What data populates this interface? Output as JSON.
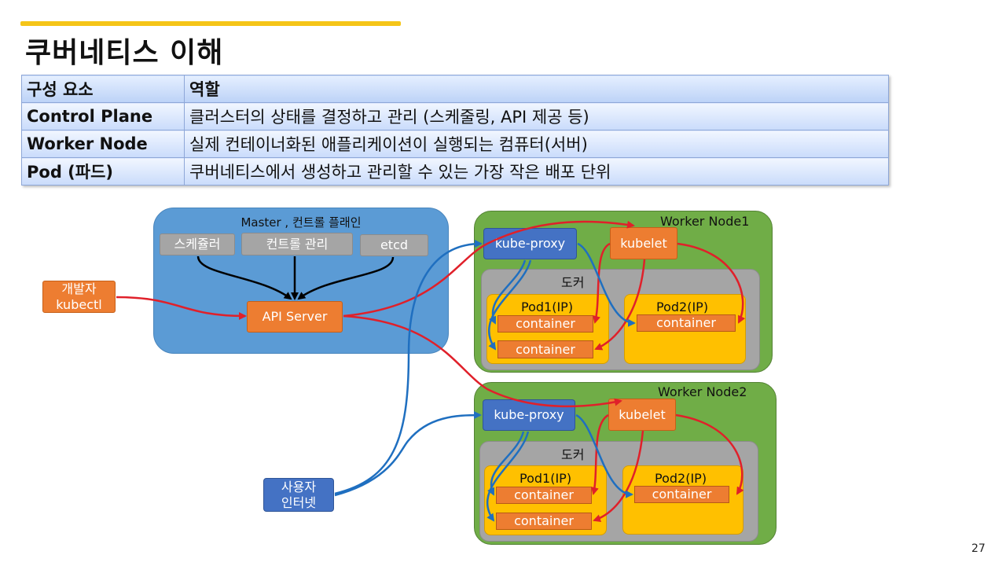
{
  "slide": {
    "title": "쿠버네티스 이해",
    "page_number": "27"
  },
  "table": {
    "header": [
      "구성 요소",
      "역할"
    ],
    "rows": [
      [
        "Control Plane",
        "클러스터의 상태를 결정하고 관리 (스케줄링, API 제공 등)"
      ],
      [
        "Worker Node",
        "실제 컨테이너화된 애플리케이션이 실행되는 컴퓨터(서버)"
      ],
      [
        "Pod (파드)",
        "쿠버네티스에서 생성하고 관리할 수 있는 가장 작은 배포 단위"
      ]
    ]
  },
  "diagram": {
    "master": {
      "label": "Master , 컨트롤 플래인",
      "components": [
        "스케쥴러",
        "컨트롤 관리",
        "etcd"
      ],
      "api_server": "API Server"
    },
    "developer": {
      "line1": "개발자",
      "line2": "kubectl"
    },
    "user": {
      "line1": "사용자",
      "line2": "인터넷"
    },
    "workers": [
      {
        "label": "Worker Node1",
        "proxy": "kube-proxy",
        "kubelet": "kubelet",
        "docker": "도커",
        "pod1": {
          "label": "Pod1(IP)",
          "containers": [
            "container",
            "container"
          ]
        },
        "pod2": {
          "label": "Pod2(IP)",
          "containers": [
            "container"
          ]
        }
      },
      {
        "label": "Worker Node2",
        "proxy": "kube-proxy",
        "kubelet": "kubelet",
        "docker": "도커",
        "pod1": {
          "label": "Pod1(IP)",
          "containers": [
            "container",
            "container"
          ]
        },
        "pod2": {
          "label": "Pod2(IP)",
          "containers": [
            "container"
          ]
        }
      }
    ]
  },
  "colors": {
    "accent_bar": "#f5c518",
    "master": "#5b9bd5",
    "worker": "#70ad47",
    "docker": "#a5a5a5",
    "pod": "#ffc000",
    "orange": "#ed7d31",
    "blue": "#4472c4",
    "red_arrow": "#e0202a",
    "blue_arrow": "#1f6fc0"
  }
}
